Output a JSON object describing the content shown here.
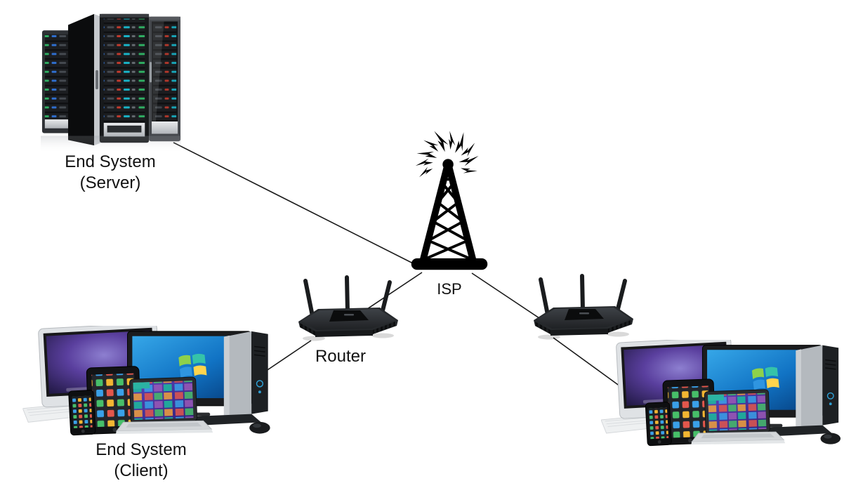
{
  "diagram": {
    "type": "network-topology",
    "background_color": "#ffffff",
    "connection_color": "#1a1a1a",
    "label_color": "#111111",
    "nodes": {
      "server": {
        "icon": "server-rack-icon",
        "label_line1": "End System",
        "label_line2": "(Server)"
      },
      "isp": {
        "icon": "radio-tower-icon",
        "label": "ISP"
      },
      "router_left": {
        "icon": "wireless-router-icon",
        "label": "Router"
      },
      "router_right": {
        "icon": "wireless-router-icon",
        "label": ""
      },
      "client_left": {
        "icon": "client-devices-icon",
        "label_line1": "End System",
        "label_line2": "(Client)"
      },
      "client_right": {
        "icon": "client-devices-icon",
        "label": ""
      }
    },
    "connections": [
      {
        "from": "server",
        "to": "isp"
      },
      {
        "from": "isp",
        "to": "router_left"
      },
      {
        "from": "router_left",
        "to": "client_left"
      },
      {
        "from": "isp",
        "to": "router_right"
      },
      {
        "from": "router_right",
        "to": "client_right"
      }
    ]
  }
}
